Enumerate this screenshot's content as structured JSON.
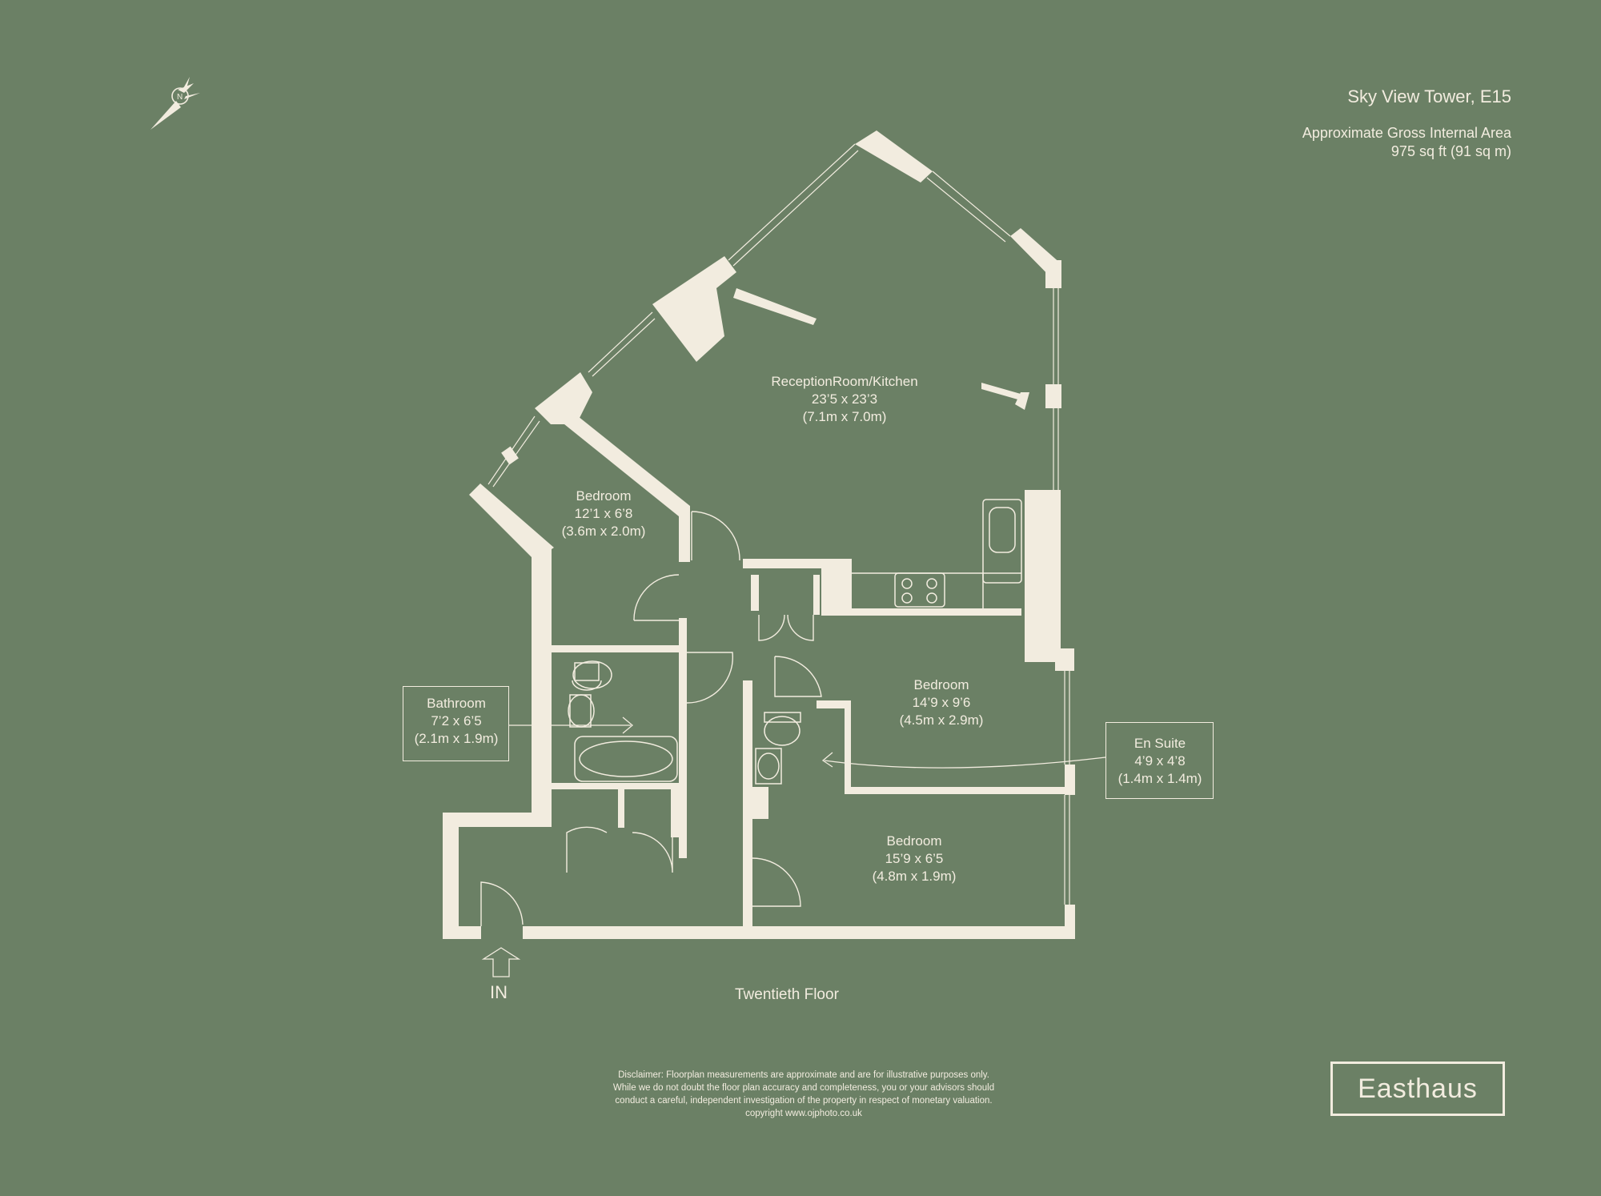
{
  "header": {
    "title": "Sky View Tower, E15",
    "area_label": "Approximate Gross Internal Area",
    "area_value": "975 sq ft (91 sq m)"
  },
  "rooms": {
    "reception": {
      "name": "ReceptionRoom/Kitchen",
      "imperial": "23’5 x 23’3",
      "metric": "(7.1m x 7.0m)"
    },
    "bedroom_1": {
      "name": "Bedroom",
      "imperial": "12’1 x 6’8",
      "metric": "(3.6m x 2.0m)"
    },
    "bedroom_2": {
      "name": "Bedroom",
      "imperial": "14’9 x 9’6",
      "metric": "(4.5m x 2.9m)"
    },
    "bedroom_3": {
      "name": "Bedroom",
      "imperial": "15’9 x 6’5",
      "metric": "(4.8m x 1.9m)"
    },
    "bathroom": {
      "name": "Bathroom",
      "imperial": "7’2 x 6’5",
      "metric": "(2.1m x 1.9m)"
    },
    "en_suite": {
      "name": "En Suite",
      "imperial": "4’9 x 4’8",
      "metric": "(1.4m x 1.4m)"
    }
  },
  "floor_name": "Twentieth Floor",
  "entrance_label": "IN",
  "compass_label": "N",
  "disclaimer": [
    "Disclaimer: Floorplan measurements are approximate and are for illustrative purposes only.",
    "While we do not doubt the floor plan accuracy and completeness, you or your advisors should",
    "conduct a careful, independent investigation of the property in respect of monetary valuation.",
    "copyright www.ojphoto.co.uk"
  ],
  "brand": "Easthaus",
  "colors": {
    "background": "#6b8065",
    "ink": "#f2ecdf"
  },
  "icons": {
    "compass": "compass-icon",
    "entrance_arrow": "arrow-up-icon"
  }
}
